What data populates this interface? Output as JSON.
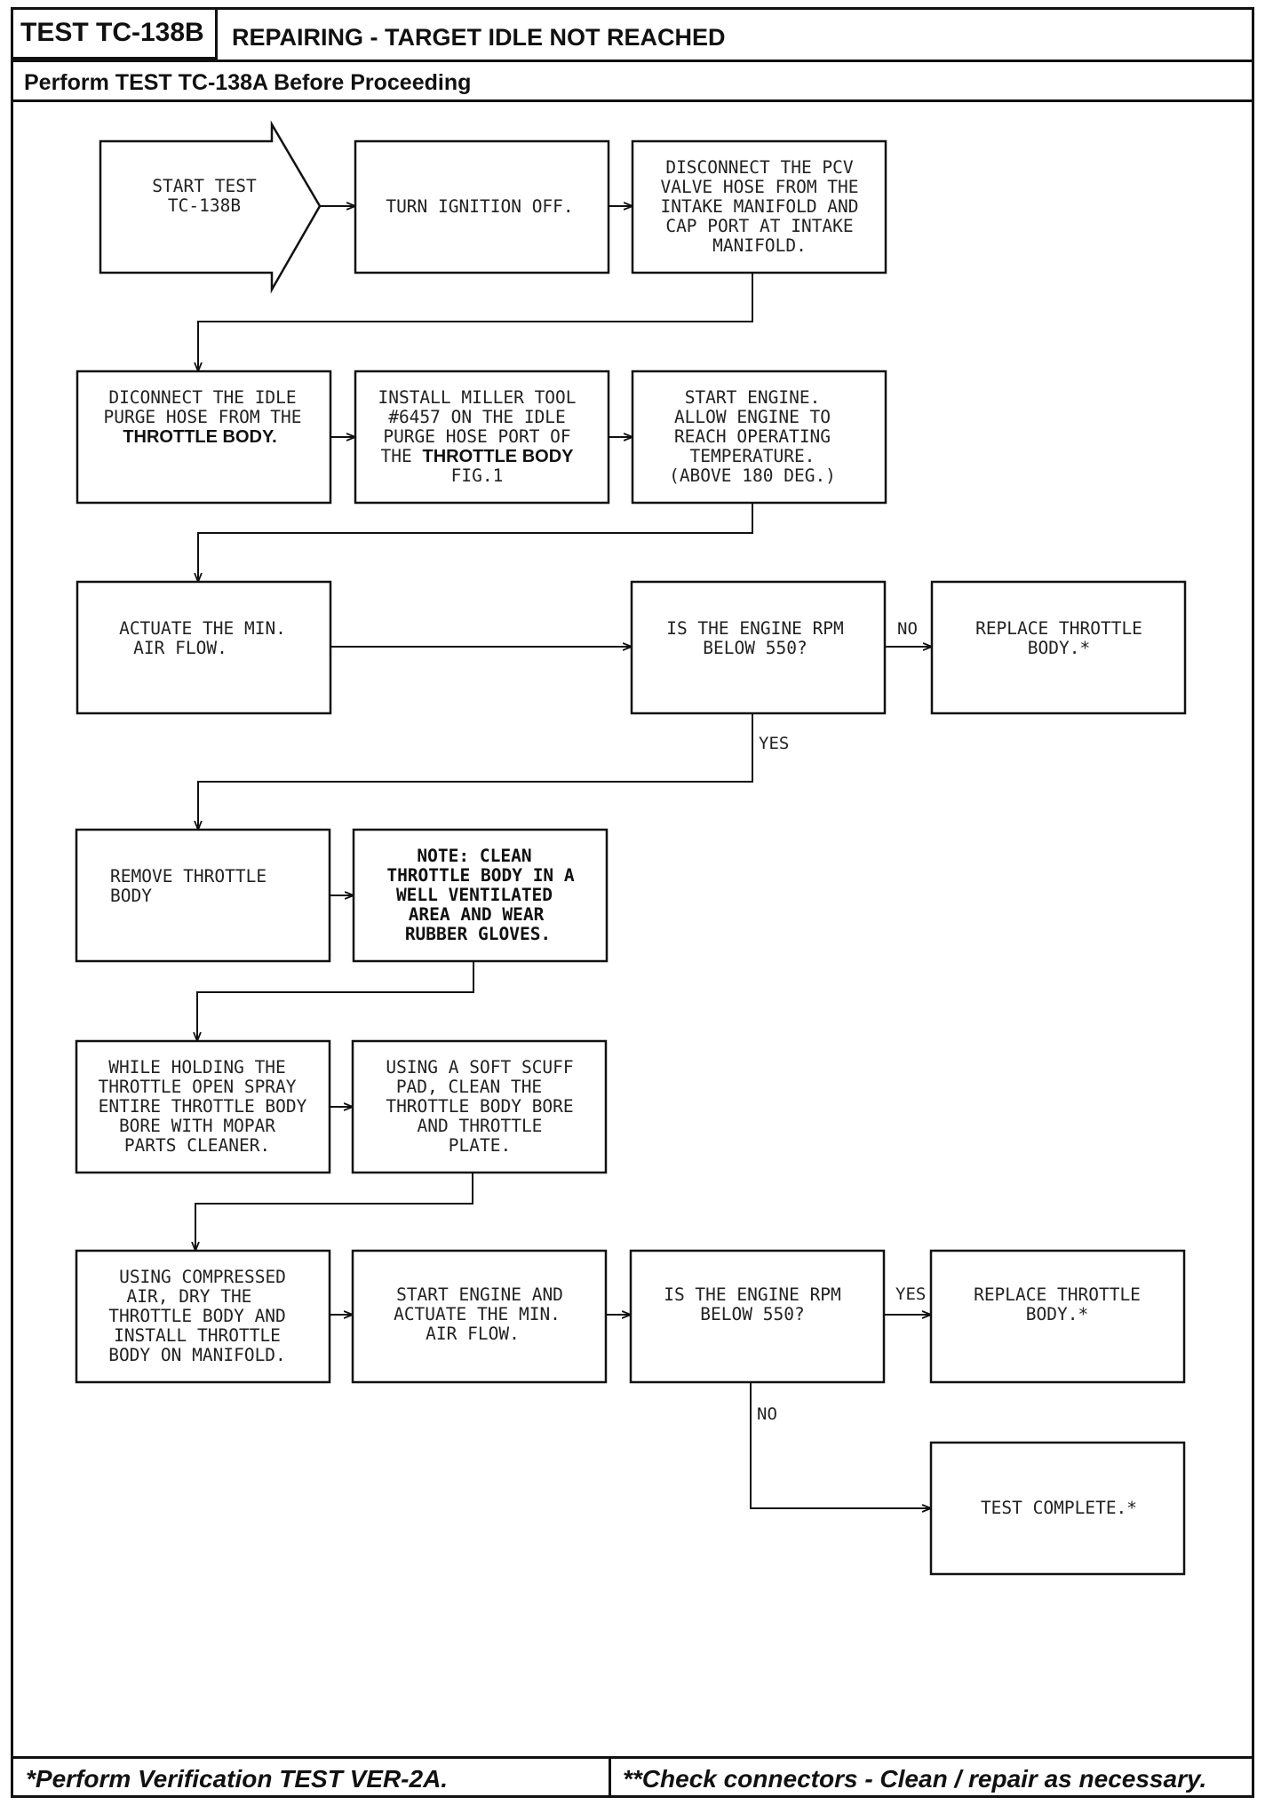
{
  "header": {
    "test_id": "TEST TC-138B",
    "title": "REPAIRING - TARGET IDLE NOT REACHED",
    "prerequisite": "Perform TEST TC-138A Before Proceeding"
  },
  "steps": {
    "start": [
      "START TEST",
      "TC-138B"
    ],
    "turn_off": [
      "TURN IGNITION OFF."
    ],
    "disconnect_pcv": [
      "DISCONNECT THE PCV",
      "VALVE HOSE FROM THE",
      "INTAKE MANIFOLD AND",
      "CAP PORT AT INTAKE",
      "MANIFOLD."
    ],
    "disconnect_purge": {
      "line1": "DICONNECT THE IDLE",
      "line2": "PURGE HOSE FROM THE",
      "line3": "THROTTLE BODY."
    },
    "install_tool": {
      "line1": "INSTALL MILLER TOOL",
      "line2": "#6457 ON THE IDLE",
      "line3": "PURGE HOSE PORT OF",
      "line4_prefix": "THE ",
      "line4_bold": "THROTTLE BODY",
      "line5": "FIG.1"
    },
    "start_engine": [
      "START ENGINE.",
      "ALLOW ENGINE TO",
      "REACH OPERATING",
      "TEMPERATURE.",
      "(ABOVE 180 DEG.)"
    ],
    "actuate": [
      "ACTUATE THE MIN.",
      "AIR FLOW."
    ],
    "decision_1": [
      "IS THE ENGINE RPM",
      "BELOW 550?"
    ],
    "replace_1": [
      "REPLACE THROTTLE",
      "BODY.*"
    ],
    "remove_body": [
      "REMOVE THROTTLE",
      "BODY"
    ],
    "note_clean": [
      "NOTE: CLEAN",
      "THROTTLE BODY IN A",
      "WELL VENTILATED",
      "AREA AND WEAR",
      "RUBBER GLOVES."
    ],
    "spray": [
      "WHILE HOLDING THE",
      "THROTTLE OPEN SPRAY",
      "ENTIRE THROTTLE BODY",
      "BORE WITH MOPAR",
      "PARTS CLEANER."
    ],
    "scuff": [
      "USING A SOFT SCUFF",
      "PAD, CLEAN THE",
      "THROTTLE BODY BORE",
      "AND THROTTLE",
      "PLATE."
    ],
    "dry": [
      "USING COMPRESSED",
      "AIR, DRY THE",
      "THROTTLE BODY AND",
      "INSTALL THROTTLE",
      "BODY ON MANIFOLD."
    ],
    "restart": [
      "START ENGINE AND",
      "ACTUATE THE MIN.",
      "AIR FLOW."
    ],
    "decision_2": [
      "IS THE ENGINE RPM",
      "BELOW 550?"
    ],
    "replace_2": [
      "REPLACE THROTTLE",
      "BODY.*"
    ],
    "complete": [
      "TEST COMPLETE.*"
    ]
  },
  "branches": {
    "d1_no": "NO",
    "d1_yes": "YES",
    "d2_yes": "YES",
    "d2_no": "NO"
  },
  "footer": {
    "left": "*Perform Verification TEST VER-2A.",
    "right": "**Check connectors - Clean / repair as necessary."
  }
}
